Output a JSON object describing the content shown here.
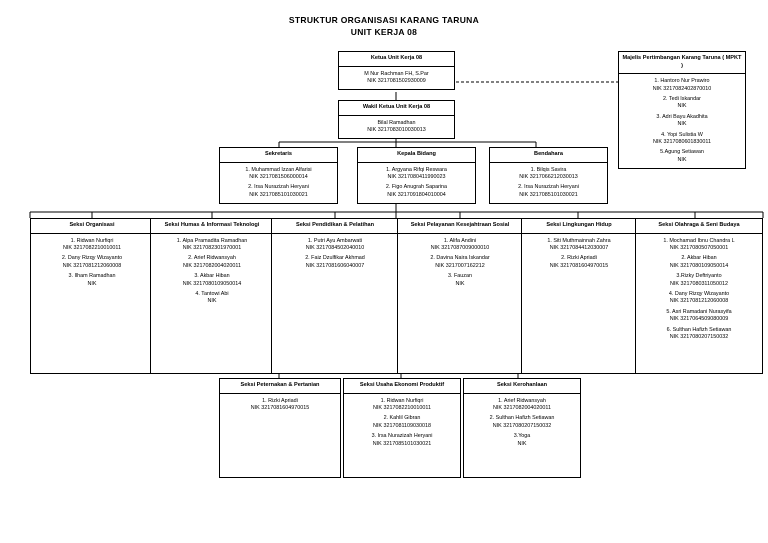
{
  "title": {
    "line1": "STRUKTUR ORGANISASI KARANG TARUNA",
    "line2": "UNIT KERJA 08"
  },
  "nodes": {
    "ketua": {
      "header": "Ketua Unit Kerja 08",
      "members": [
        {
          "name": "M Nur Rachman FH, S.Par",
          "nik": "NIK 3217081502930009"
        }
      ]
    },
    "wakil_ketua": {
      "header": "Wakil Ketua Unit Kerja 08",
      "members": [
        {
          "name": "Bilal Ramadhan",
          "nik": "NIK 3217083010030013"
        }
      ]
    },
    "mpkt": {
      "header": "Majelis Pertimbangan Karang Taruna ( MPKT )",
      "members": [
        {
          "name": "1. Hantoro Nur Prawiro",
          "nik": "NIK 3217082402870010"
        },
        {
          "name": "2. Tedi Iskandar",
          "nik": "NIK"
        },
        {
          "name": "3. Adri Bayu Akadhita",
          "nik": "NIK"
        },
        {
          "name": "4. Yopi Sulistia W",
          "nik": "NIK 3217080601830011"
        },
        {
          "name": "5.Agung Setiawan",
          "nik": "NIK"
        }
      ]
    },
    "sekretaris": {
      "header": "Sekretaris",
      "members": [
        {
          "name": "1. Muhammad Izzan Alfarisi",
          "nik": "NIK 3217081506000014"
        },
        {
          "name": "2. Irsa Nurazizah Heryani",
          "nik": "NIK 3217085101030021"
        }
      ]
    },
    "kepala_bidang": {
      "header": "Kepala Bidang",
      "members": [
        {
          "name": "1. Argyana Rifqi Reswara",
          "nik": "NIK 3217080411990023"
        },
        {
          "name": "2. Figo Anugrah Saparina",
          "nik": "NIK 3217091804010004"
        }
      ]
    },
    "bendahara": {
      "header": "Bendahara",
      "members": [
        {
          "name": "1. Bilqis Savira",
          "nik": "NIK 3217066212030013"
        },
        {
          "name": "2. Irsa Nurazizah Heryani",
          "nik": "NIK 3217085101030021"
        }
      ]
    },
    "seksi_organisasi": {
      "header": "Seksi Organisasi",
      "members": [
        {
          "name": "1. Ridwan Nurfiqri",
          "nik": "NIK 3217082210010011"
        },
        {
          "name": "2. Dany Rizqy Wizayanto",
          "nik": "NIK 3217081212060008"
        },
        {
          "name": "3. Ilham Ramadhan",
          "nik": "NIK"
        }
      ]
    },
    "seksi_humas": {
      "header": "Seksi Humas & Informasi Teknologi",
      "members": [
        {
          "name": "1. Alpa Pramadita Ramadhan",
          "nik": "NIK 3217082301970001"
        },
        {
          "name": "2. Arief Ridwansyah",
          "nik": "NIK 3217082004020011"
        },
        {
          "name": "3. Akbar Hiban",
          "nik": "NIK 3217080109050014"
        },
        {
          "name": "4. Tantowi Abi",
          "nik": "NIK"
        }
      ]
    },
    "seksi_pendidikan": {
      "header": "Seksi Pendidikan & Pelatihan",
      "members": [
        {
          "name": "1. Putri Ayu Ambarwati",
          "nik": "NIK 3217084502040010"
        },
        {
          "name": "2. Faiz Dzulfikar Akhmad",
          "nik": "NIK 3217081606040007"
        }
      ]
    },
    "seksi_pelayanan": {
      "header": "Seksi Pelayanan Kesejahtraan Sosial",
      "members": [
        {
          "name": "1. Alifa Andini",
          "nik": "NIK 3217087009000010"
        },
        {
          "name": "2. Davina Naira Iskandar",
          "nik": "NIK 3217007162212"
        },
        {
          "name": "3. Fauzan",
          "nik": "NIK"
        }
      ]
    },
    "seksi_lingkungan": {
      "header": "Seksi Lingkungan Hidup",
      "members": [
        {
          "name": "1. Siti Muthmainnah Zahra",
          "nik": "NIK 3217084412030007"
        },
        {
          "name": "2. Rizki Apriadi",
          "nik": "NIK 3217081604970015"
        }
      ]
    },
    "seksi_olahraga": {
      "header": "Seksi Olahraga & Seni Budaya",
      "members": [
        {
          "name": "1. Mochamad Ibnu Chandra L",
          "nik": "NIK 3217080507050001"
        },
        {
          "name": "2. Akbar Hiban",
          "nik": "NIK 3217080109050014"
        },
        {
          "name": "3.Rizky Deftriyanto",
          "nik": "NIK 3217080311050012"
        },
        {
          "name": "4. Dany Rizqy Wizayanto",
          "nik": "NIK 3217081212060008"
        },
        {
          "name": "5. Asri Ramadani Nurasyifa",
          "nik": "NIK 3217064509080009"
        },
        {
          "name": "6. Sulthan Hafizh Setiawan",
          "nik": "NIK 3217080207150032"
        }
      ]
    },
    "seksi_peternakan": {
      "header": "Seksi Peternakan & Pertanian",
      "members": [
        {
          "name": "1. Rizki Apriadi",
          "nik": "NIK 3217081604970015"
        }
      ]
    },
    "seksi_usaha": {
      "header": "Seksi Usaha Ekonomi Produktif",
      "members": [
        {
          "name": "1. Ridwan Nurfiqri",
          "nik": "NIK 3217082210010011"
        },
        {
          "name": "2. Kahlil Gibran",
          "nik": "NIK 3217081109030018"
        },
        {
          "name": "3. Irsa Nurazizah Heryani",
          "nik": "NIK 3217085101030021"
        }
      ]
    },
    "seksi_kerohanian": {
      "header": "Seksi Kerohanlaan",
      "members": [
        {
          "name": "1. Arief Ridwansyah",
          "nik": "NIK 3217082004020011"
        },
        {
          "name": "2. Sulthan Hafizh Setiawan",
          "nik": "NIK 3217080207150032"
        },
        {
          "name": "3.Yoga",
          "nik": "NIK"
        }
      ]
    }
  }
}
